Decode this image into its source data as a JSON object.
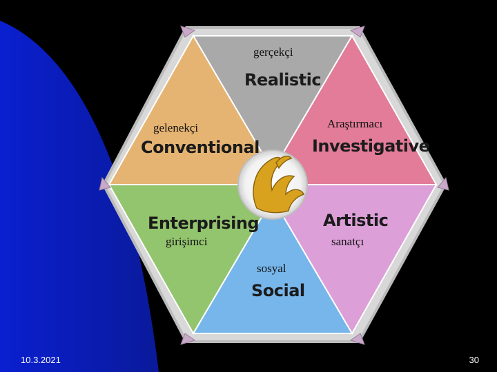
{
  "slide": {
    "date": "10.3.2021",
    "page_number": "30"
  },
  "hexagon": {
    "segments": [
      {
        "id": "realistic",
        "turkish": "gerçekçi",
        "english": "Realistic",
        "color": "#a9a9a9"
      },
      {
        "id": "investigative",
        "turkish": "Araştırmacı",
        "english": "Investigative",
        "color": "#e27c98"
      },
      {
        "id": "artistic",
        "turkish": "sanatçı",
        "english": "Artistic",
        "color": "#dc9fd8"
      },
      {
        "id": "social",
        "turkish": "sosyal",
        "english": "Social",
        "color": "#77b6ea"
      },
      {
        "id": "enterprising",
        "turkish": "girişimci",
        "english": "Enterprising",
        "color": "#93c46e"
      },
      {
        "id": "conventional",
        "turkish": "gelenekçi",
        "english": "Conventional",
        "color": "#e6b472"
      }
    ],
    "center_logo": "pegasus-logo"
  },
  "colors": {
    "background_dark": "#000000",
    "background_blue": "#0a20c8",
    "logo_gold": "#d9a21e"
  }
}
